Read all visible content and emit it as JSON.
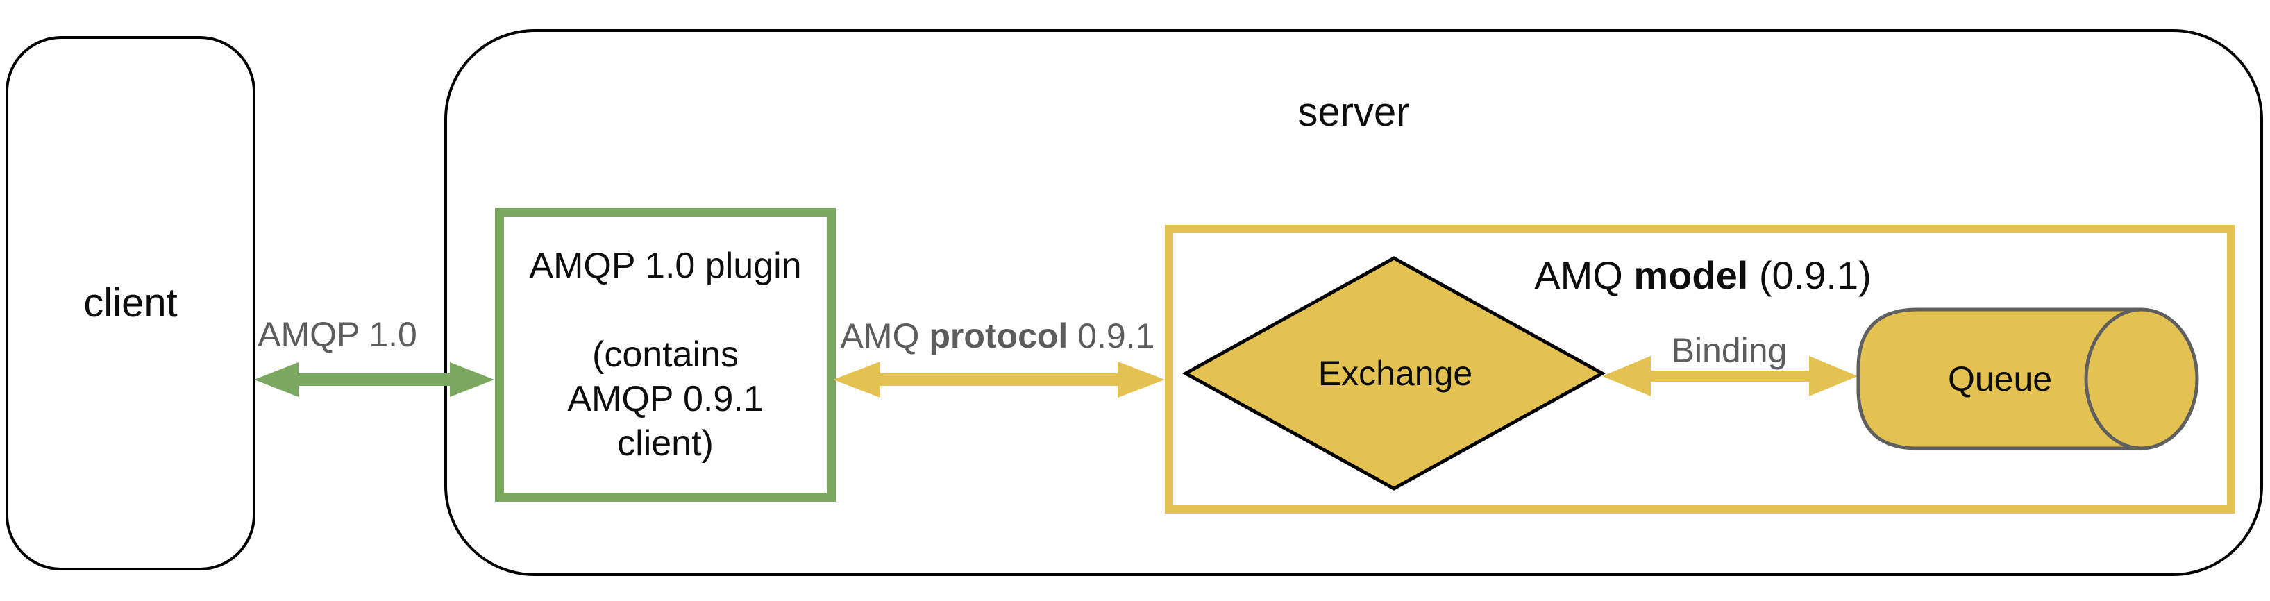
{
  "colors": {
    "background": "#ffffff",
    "green": "#7aa85e",
    "yellow": "#e4c251",
    "label-gray": "#5c5c5c",
    "cylinder-gray": "#5f5f5f",
    "stroke-black": "#000000",
    "text-black": "#0d0d0d"
  },
  "nodes": {
    "client": {
      "label": "client"
    },
    "server": {
      "label": "server"
    },
    "plugin": {
      "lines": [
        "AMQP 1.0 plugin",
        "",
        "(contains",
        "AMQP 0.9.1",
        "client)"
      ]
    },
    "amq_model": {
      "label_prefix": "AMQ ",
      "label_bold": "model",
      "label_suffix": " (0.9.1)"
    },
    "exchange": {
      "label": "Exchange"
    },
    "queue": {
      "label": "Queue"
    }
  },
  "connections": {
    "amqp_1_0": {
      "label": "AMQP 1.0"
    },
    "amq_protocol": {
      "label_prefix": "AMQ ",
      "label_bold": "protocol",
      "label_suffix": " 0.9.1"
    },
    "binding": {
      "label": "Binding"
    }
  }
}
